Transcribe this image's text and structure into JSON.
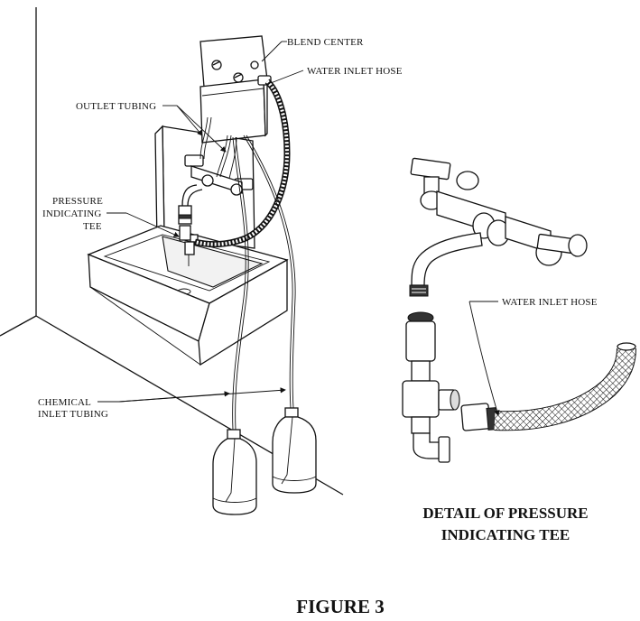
{
  "labels": {
    "blend_center": "BLEND CENTER",
    "water_inlet_hose": "WATER INLET HOSE",
    "outlet_tubing": "OUTLET TUBING",
    "pressure_indicating_tee": [
      "PRESSURE",
      "INDICATING",
      "TEE"
    ],
    "chemical_inlet_tubing": [
      "CHEMICAL",
      "INLET TUBING"
    ],
    "detail_water_inlet_hose": "WATER INLET HOSE"
  },
  "detail_title": [
    "DETAIL OF PRESSURE",
    "INDICATING TEE"
  ],
  "figure_title": "FIGURE 3"
}
